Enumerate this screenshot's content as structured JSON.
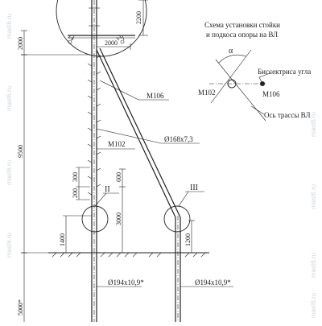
{
  "scheme": {
    "title_line1": "Схема установки стойки",
    "title_line2": "и подкоса опоры на ВЛ",
    "alpha": "α",
    "bisector": "Биссектриса угла",
    "m102": "М102",
    "m106": "М106",
    "axis": "Ось трассы ВЛ"
  },
  "main": {
    "m106_label": "М106",
    "m102_label": "М102",
    "strut_pipe": "Ø168х7,3",
    "pole_pipe_left": "Ø194х10,9*",
    "pole_pipe_right": "Ø194х10,9*",
    "node_II": "II",
    "node_III": "III"
  },
  "dims": {
    "d2200": "2200",
    "d2000_top": "2000",
    "d2000_h": "2000",
    "d9500": "9500",
    "d300": "300",
    "d600": "600",
    "d200": "200",
    "d3000": "3000",
    "d1400": "1400",
    "d1200": "1200",
    "d5000": "5000*"
  },
  "watermark": "mast6.ru"
}
